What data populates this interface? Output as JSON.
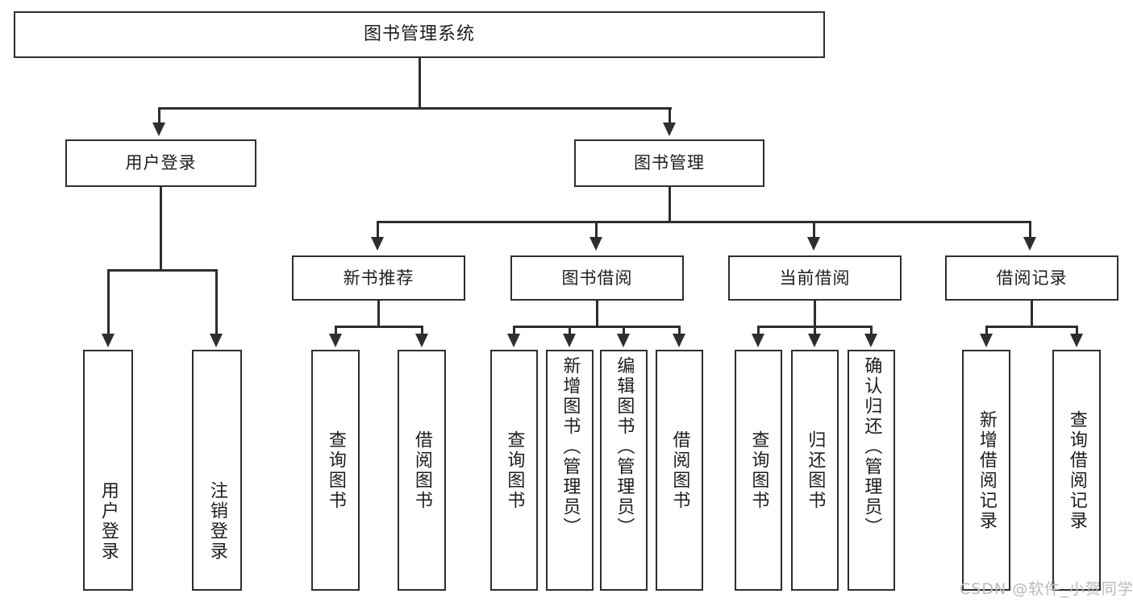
{
  "diagram": {
    "type": "tree-hierarchy",
    "title": "图书管理系统",
    "root": {
      "label": "图书管理系统"
    },
    "level2": [
      {
        "id": "user-login",
        "label": "用户登录"
      },
      {
        "id": "book-manage",
        "label": "图书管理"
      }
    ],
    "level3": [
      {
        "id": "new-book-recommend",
        "label": "新书推荐",
        "parent": "book-manage"
      },
      {
        "id": "book-borrow",
        "label": "图书借阅",
        "parent": "book-manage"
      },
      {
        "id": "current-borrow",
        "label": "当前借阅",
        "parent": "book-manage"
      },
      {
        "id": "borrow-record",
        "label": "借阅记录",
        "parent": "book-manage"
      }
    ],
    "leaves": {
      "user_login": [
        {
          "id": "leaf-user-login",
          "label": "用户登录"
        },
        {
          "id": "leaf-logout",
          "label": "注销登录"
        }
      ],
      "new_book_recommend": [
        {
          "id": "leaf-query-book-1",
          "label": "查询图书"
        },
        {
          "id": "leaf-borrow-book-1",
          "label": "借阅图书"
        }
      ],
      "book_borrow": [
        {
          "id": "leaf-query-book-2",
          "label": "查询图书"
        },
        {
          "id": "leaf-add-book",
          "label": "新增图书（管理员）"
        },
        {
          "id": "leaf-edit-book",
          "label": "编辑图书（管理员）"
        },
        {
          "id": "leaf-borrow-book-2",
          "label": "借阅图书"
        }
      ],
      "current_borrow": [
        {
          "id": "leaf-query-book-3",
          "label": "查询图书"
        },
        {
          "id": "leaf-return-book",
          "label": "归还图书"
        },
        {
          "id": "leaf-confirm-return",
          "label": "确认归还（管理员）"
        }
      ],
      "borrow_record": [
        {
          "id": "leaf-add-record",
          "label": "新增借阅记录"
        },
        {
          "id": "leaf-query-record",
          "label": "查询借阅记录"
        }
      ]
    }
  },
  "watermark": {
    "text": "CSDN @软件_小贺同学"
  },
  "colors": {
    "border": "#2e2e2e",
    "background": "#ffffff",
    "text": "#1d1d1d",
    "watermark": "#b9b9b9"
  }
}
